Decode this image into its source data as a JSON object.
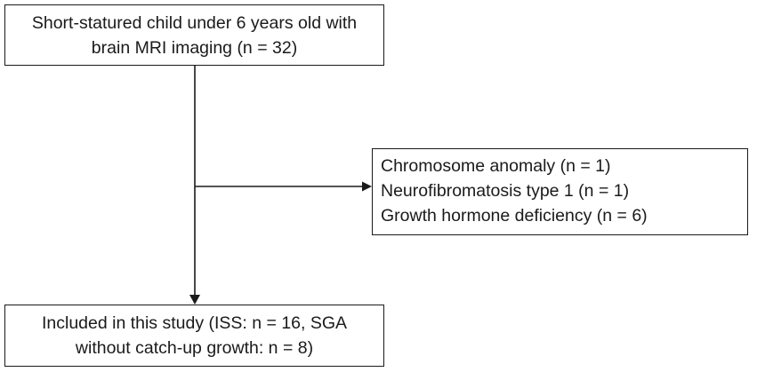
{
  "flowchart": {
    "top_box": {
      "lines": [
        "Short-statured child under 6 years old with",
        "brain MRI imaging (n = 32)"
      ]
    },
    "exclusion_box": {
      "lines": [
        "Chromosome anomaly (n = 1)",
        "Neurofibromatosis type 1 (n = 1)",
        "Growth hormone deficiency (n = 6)"
      ]
    },
    "bottom_box": {
      "lines": [
        "Included in this study (ISS: n = 16, SGA",
        "without catch-up growth: n = 8)"
      ]
    }
  }
}
